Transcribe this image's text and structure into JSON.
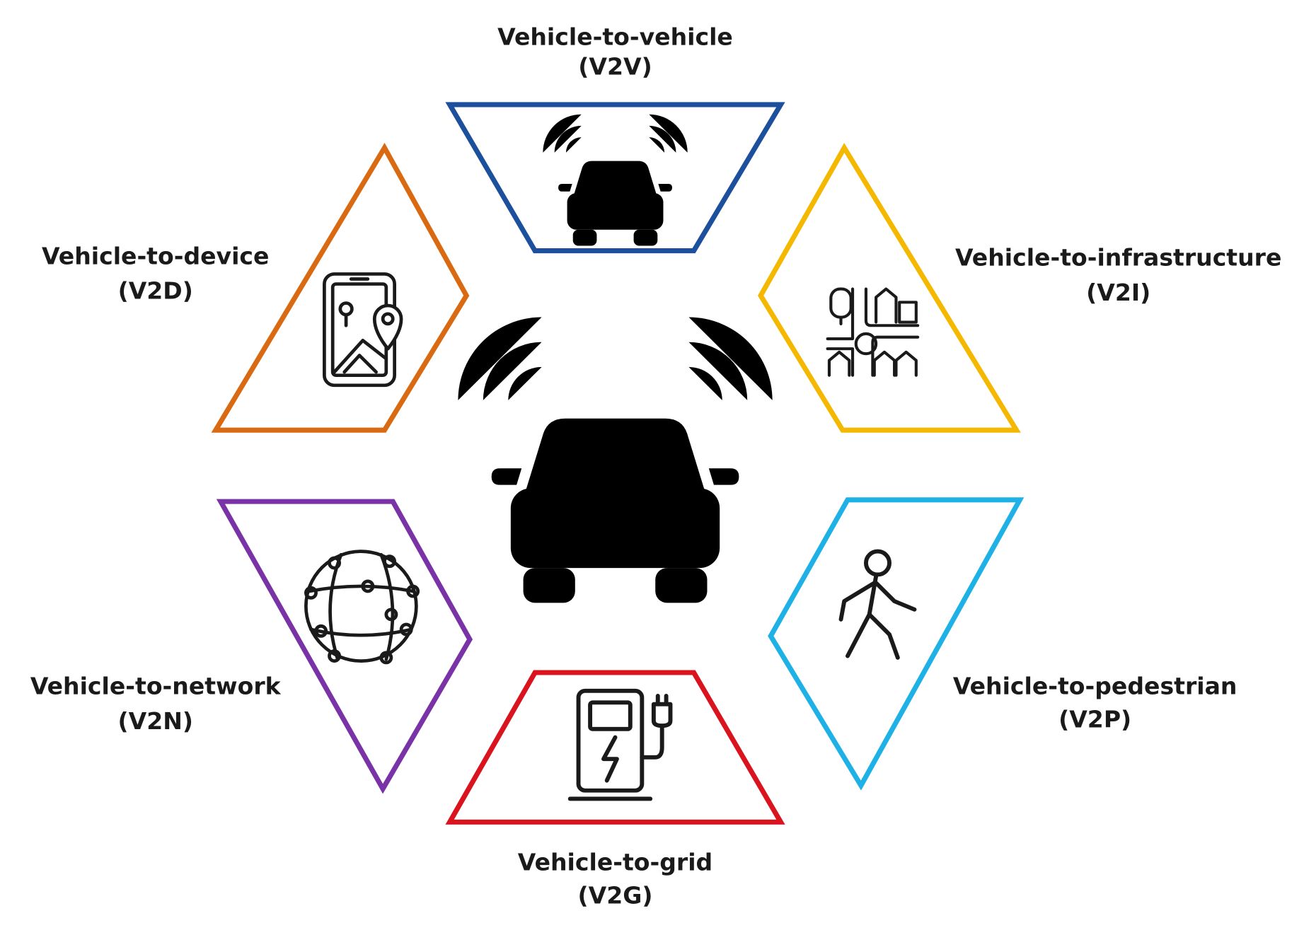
{
  "hub": {
    "icon": "connected-car-icon"
  },
  "panels": [
    {
      "id": "v2v",
      "line1": "Vehicle-to-vehicle",
      "line2": "(V2V)",
      "color": "#1c4f9c",
      "icon": "connected-car-icon"
    },
    {
      "id": "v2i",
      "line1": "Vehicle-to-infrastructure",
      "line2": "(V2I)",
      "color": "#f5b800",
      "icon": "city-roads-icon"
    },
    {
      "id": "v2p",
      "line1": "Vehicle-to-pedestrian",
      "line2": "(V2P)",
      "color": "#1eb1e6",
      "icon": "pedestrian-icon"
    },
    {
      "id": "v2g",
      "line1": "Vehicle-to-grid",
      "line2": "(V2G)",
      "color": "#d9141f",
      "icon": "charging-station-icon"
    },
    {
      "id": "v2n",
      "line1": "Vehicle-to-network",
      "line2": "(V2N)",
      "color": "#7a33a6",
      "icon": "network-globe-icon"
    },
    {
      "id": "v2d",
      "line1": "Vehicle-to-device",
      "line2": "(V2D)",
      "color": "#d96a12",
      "icon": "phone-location-icon"
    }
  ]
}
